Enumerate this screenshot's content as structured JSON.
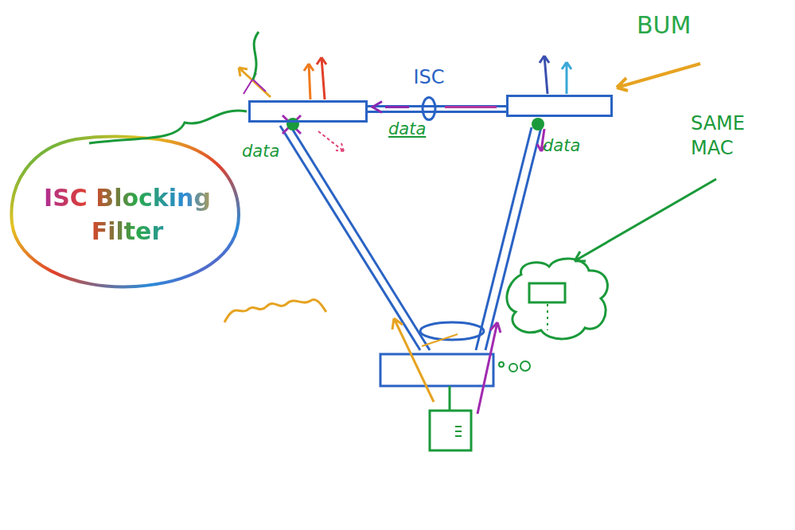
{
  "diagram": {
    "nodes": [
      {
        "text": [
          "data"
        ]
      },
      {
        "text": [
          "data"
        ]
      },
      {
        "text": [
          "ISC Blocking Filter"
        ]
      }
    ],
    "edges": [
      {
        "from": 1,
        "to": 0,
        "arrow": "to",
        "label": "ISC"
      },
      {
        "from": 2,
        "to": 0,
        "arrow": "none"
      }
    ],
    "labels": [
      "BUM",
      "SAME MAC",
      "data"
    ]
  }
}
